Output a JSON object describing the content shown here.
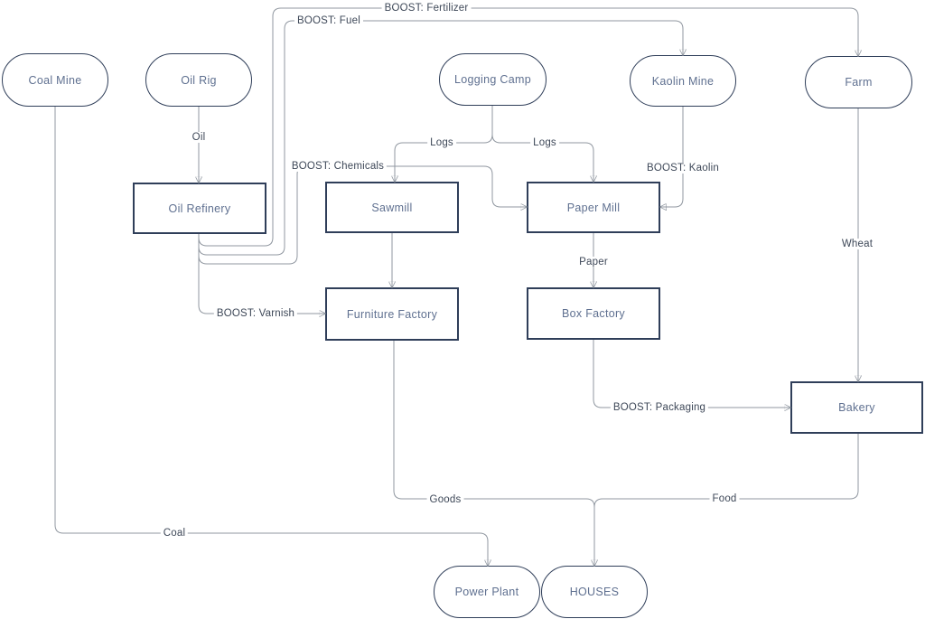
{
  "colors": {
    "background": "#ffffff",
    "node_border": "#2f3e59",
    "node_text": "#5f7090",
    "edge_line": "#9097a0",
    "edge_label_text": "#3e4858",
    "arrowhead": "#14171c"
  },
  "nodes": {
    "coal_mine": {
      "label": "Coal Mine",
      "shape": "stadium"
    },
    "oil_rig": {
      "label": "Oil Rig",
      "shape": "stadium"
    },
    "logging_camp": {
      "label": "Logging Camp",
      "shape": "stadium"
    },
    "kaolin_mine": {
      "label": "Kaolin Mine",
      "shape": "stadium"
    },
    "farm": {
      "label": "Farm",
      "shape": "stadium"
    },
    "oil_refinery": {
      "label": "Oil Refinery",
      "shape": "rect"
    },
    "sawmill": {
      "label": "Sawmill",
      "shape": "rect"
    },
    "paper_mill": {
      "label": "Paper Mill",
      "shape": "rect"
    },
    "furniture_factory": {
      "label": "Furniture Factory",
      "shape": "rect"
    },
    "box_factory": {
      "label": "Box Factory",
      "shape": "rect"
    },
    "bakery": {
      "label": "Bakery",
      "shape": "rect"
    },
    "power_plant": {
      "label": "Power Plant",
      "shape": "stadium"
    },
    "houses": {
      "label": "HOUSES",
      "shape": "stadium"
    }
  },
  "edges": {
    "oil": {
      "label": "Oil",
      "from": "Oil Rig",
      "to": "Oil Refinery"
    },
    "coal": {
      "label": "Coal",
      "from": "Coal Mine",
      "to": "Power Plant"
    },
    "logs_sawmill": {
      "label": "Logs",
      "from": "Logging Camp",
      "to": "Sawmill"
    },
    "logs_paper_mill": {
      "label": "Logs",
      "from": "Logging Camp",
      "to": "Paper Mill"
    },
    "boost_fertilizer": {
      "label": "BOOST: Fertilizer",
      "from": "Oil Refinery",
      "to": "Farm"
    },
    "boost_fuel": {
      "label": "BOOST: Fuel",
      "from": "Oil Refinery",
      "to": "Kaolin Mine"
    },
    "boost_chemicals": {
      "label": "BOOST: Chemicals",
      "from": "Oil Refinery",
      "to": "Paper Mill"
    },
    "boost_varnish": {
      "label": "BOOST: Varnish",
      "from": "Oil Refinery",
      "to": "Furniture Factory"
    },
    "boost_kaolin": {
      "label": "BOOST: Kaolin",
      "from": "Kaolin Mine",
      "to": "Paper Mill"
    },
    "sawmill_to_furniture": {
      "label": "",
      "from": "Sawmill",
      "to": "Furniture Factory"
    },
    "paper": {
      "label": "Paper",
      "from": "Paper Mill",
      "to": "Box Factory"
    },
    "boost_packaging": {
      "label": "BOOST: Packaging",
      "from": "Box Factory",
      "to": "Bakery"
    },
    "wheat": {
      "label": "Wheat",
      "from": "Farm",
      "to": "Bakery"
    },
    "goods": {
      "label": "Goods",
      "from": "Furniture Factory",
      "to": "HOUSES"
    },
    "food": {
      "label": "Food",
      "from": "Bakery",
      "to": "HOUSES"
    }
  }
}
